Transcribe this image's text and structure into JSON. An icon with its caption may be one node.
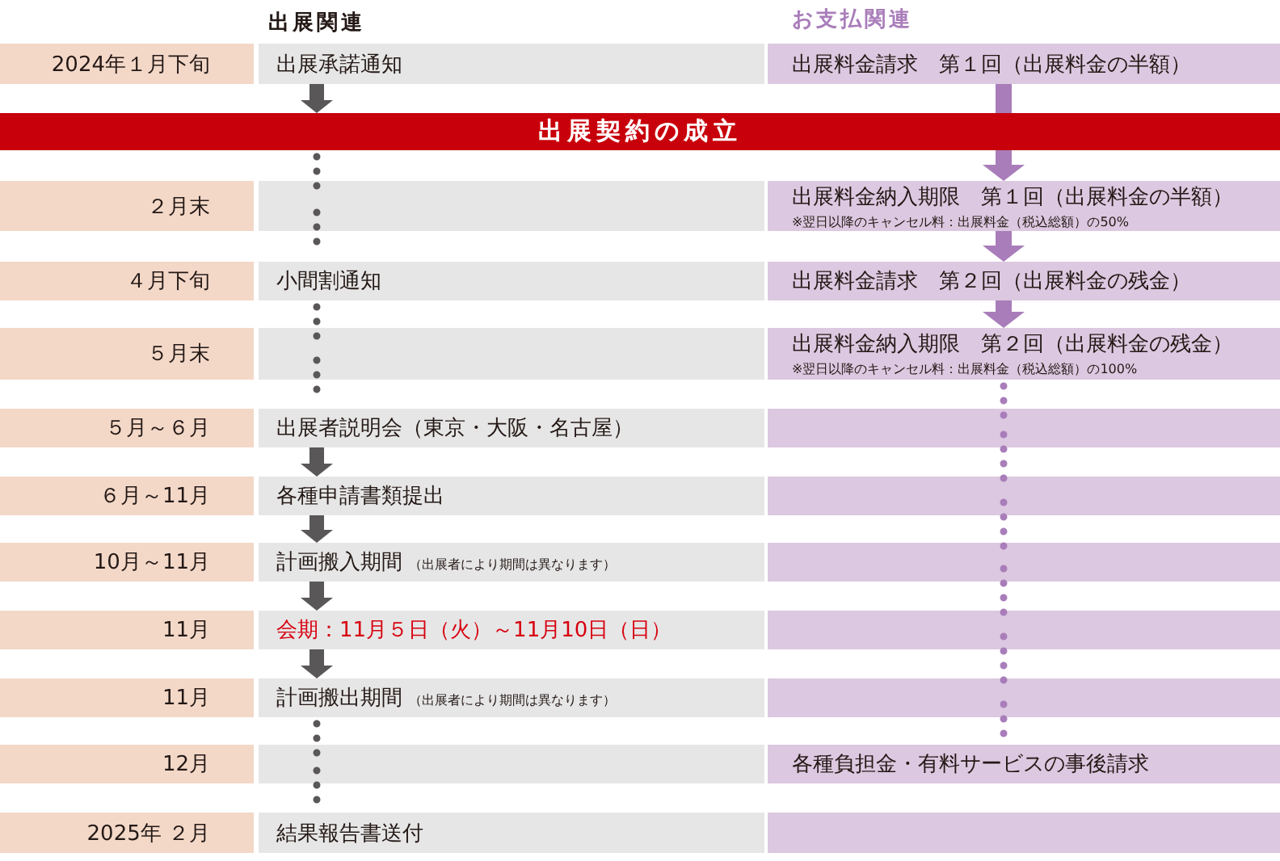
{
  "diagram": {
    "nodes": [
      {
        "text": [
          "2024年１月下旬"
        ]
      },
      {
        "text": [
          "出展承諾通知"
        ]
      },
      {
        "text": [
          "出展料金請求　第１回（出展料金の半額）"
        ]
      },
      {
        "text": [
          "出展契約の成立"
        ]
      },
      {
        "text": [
          "２月末"
        ]
      },
      {
        "text": [],
        "shape": "box"
      },
      {
        "text": [
          "出展料金納入期限　第１回（出展料金の半額）",
          "※翌日以降のキャンセル料：出展料金（税込総額）の50%"
        ]
      },
      {
        "text": [
          "４月下旬"
        ]
      },
      {
        "text": [
          "小間割通知"
        ]
      },
      {
        "text": [
          "出展料金請求　第２回（出展料金の残金）"
        ]
      },
      {
        "text": [
          "５月末"
        ]
      },
      {
        "text": [],
        "shape": "box"
      },
      {
        "text": [
          "出展料金納入期限　第２回（出展料金の残金）",
          "※翌日以降のキャンセル料：出展料金（税込総額）の100%"
        ]
      },
      {
        "text": [
          "５月～６月"
        ]
      },
      {
        "text": [
          "出展者説明会（東京・大阪・名古屋）"
        ]
      },
      {
        "text": [],
        "shape": "box"
      },
      {
        "text": [
          "６月～11月"
        ]
      },
      {
        "text": [
          "各種申請書類提出"
        ]
      },
      {
        "text": [],
        "shape": "box"
      },
      {
        "text": [
          "10月～11月"
        ]
      },
      {
        "text": [
          "計画搬入期間",
          "（出展者により期間は異なります）"
        ]
      },
      {
        "text": [],
        "shape": "box"
      },
      {
        "text": [
          "11月"
        ]
      },
      {
        "text": [
          "会期：11月５日（火）～11月10日（日）"
        ]
      },
      {
        "text": [],
        "shape": "box"
      },
      {
        "text": [
          "11月"
        ]
      },
      {
        "text": [
          "計画搬出期間",
          "（出展者により期間は異なります）"
        ]
      },
      {
        "text": [],
        "shape": "box"
      },
      {
        "text": [
          "12月"
        ]
      },
      {
        "text": [],
        "shape": "box"
      },
      {
        "text": [
          "各種負担金・有料サービスの事後請求"
        ]
      },
      {
        "text": [
          "2025年 ２月"
        ]
      },
      {
        "text": [
          "結果報告書送付"
        ]
      },
      {
        "text": [],
        "shape": "box"
      }
    ],
    "edges": [
      {
        "from": 1,
        "to": 3,
        "arrow": "to",
        "style": "thick"
      },
      {
        "from": 3,
        "to": 5,
        "arrow": "none",
        "style": "dashed"
      },
      {
        "from": 5,
        "to": 8,
        "arrow": "none",
        "style": "dashed"
      },
      {
        "from": 8,
        "to": 11,
        "arrow": "none",
        "style": "dashed"
      },
      {
        "from": 11,
        "to": 14,
        "arrow": "none",
        "style": "dashed"
      },
      {
        "from": 14,
        "to": 17,
        "arrow": "to",
        "style": "thick"
      },
      {
        "from": 17,
        "to": 20,
        "arrow": "to",
        "style": "thick"
      },
      {
        "from": 20,
        "to": 23,
        "arrow": "to",
        "style": "thick"
      },
      {
        "from": 23,
        "to": 26,
        "arrow": "to",
        "style": "thick"
      },
      {
        "from": 26,
        "to": 29,
        "arrow": "none",
        "style": "dashed"
      },
      {
        "from": 29,
        "to": 32,
        "arrow": "none",
        "style": "dashed"
      },
      {
        "from": 2,
        "to": 3,
        "arrow": "none",
        "style": "thick",
        "color": "#a97dba"
      },
      {
        "from": 3,
        "to": 6,
        "arrow": "to",
        "style": "thick",
        "color": "#a97dba"
      },
      {
        "from": 6,
        "to": 9,
        "arrow": "to",
        "style": "thick",
        "color": "#a97dba"
      },
      {
        "from": 9,
        "to": 12,
        "arrow": "to",
        "style": "thick",
        "color": "#a97dba"
      },
      {
        "from": 12,
        "to": 15,
        "arrow": "none",
        "style": "dashed",
        "color": "#a97dba"
      },
      {
        "from": 15,
        "to": 18,
        "arrow": "none",
        "style": "dashed",
        "color": "#a97dba"
      },
      {
        "from": 18,
        "to": 21,
        "arrow": "none",
        "style": "dashed",
        "color": "#a97dba"
      },
      {
        "from": 21,
        "to": 24,
        "arrow": "none",
        "style": "dashed",
        "color": "#a97dba"
      },
      {
        "from": 24,
        "to": 27,
        "arrow": "none",
        "style": "dashed",
        "color": "#a97dba"
      },
      {
        "from": 27,
        "to": 30,
        "arrow": "none",
        "style": "dashed",
        "color": "#a97dba"
      }
    ],
    "labels": [
      "出展関連",
      "お支払関連"
    ]
  }
}
